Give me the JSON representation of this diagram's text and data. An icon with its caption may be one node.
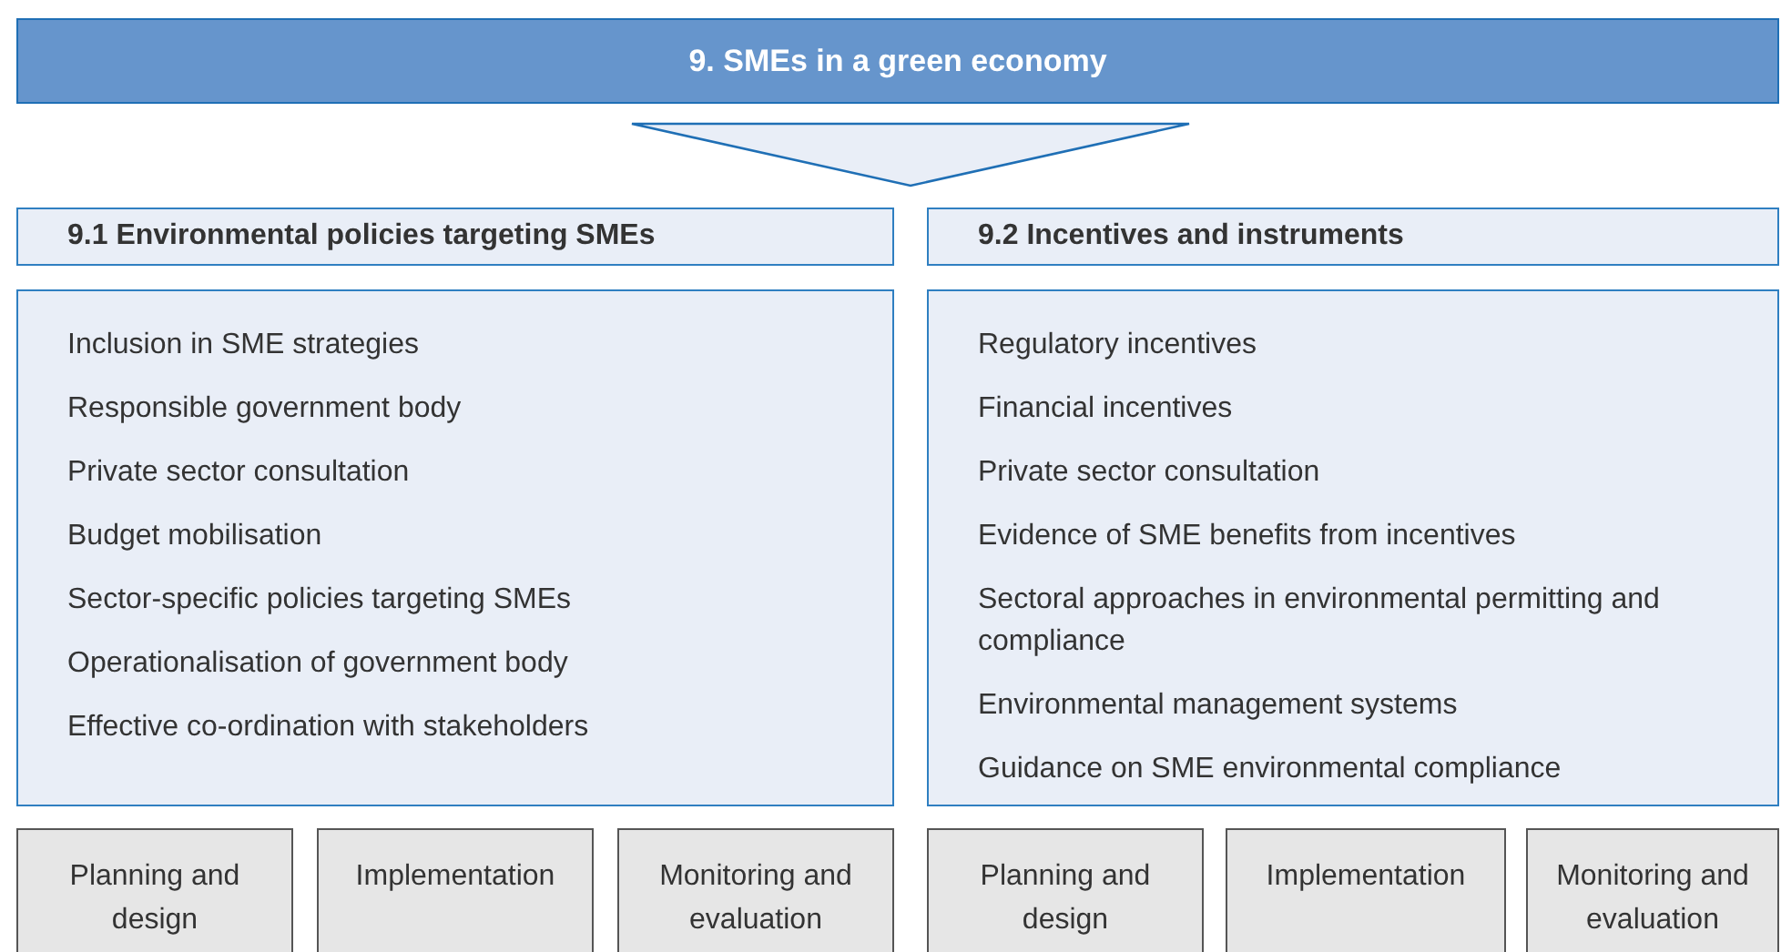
{
  "diagram": {
    "nodes": [
      {
        "text": [
          "9. SMEs in a green economy"
        ]
      },
      {
        "text": [],
        "shape": "triangle"
      },
      {
        "text": [
          "9.1  Environmental policies targeting SMEs"
        ]
      },
      {
        "text": [
          "9.2  Incentives and instruments"
        ]
      },
      {
        "text": [
          "Inclusion in SME strategies",
          "Responsible government body",
          "Private sector consultation",
          "Budget mobilisation",
          "Sector-specific policies targeting SMEs",
          "Operationalisation of government body",
          "Effective co-ordination with stakeholders"
        ]
      },
      {
        "text": [
          "Regulatory incentives",
          "Financial incentives",
          "Private sector consultation",
          "Evidence of SME benefits from incentives",
          "Sectoral approaches in environmental permitting and compliance",
          "Environmental management systems",
          "Guidance on SME environmental compliance"
        ]
      },
      {
        "text": [
          "Planning and design"
        ]
      },
      {
        "text": [
          "Implementation"
        ]
      },
      {
        "text": [
          "Monitoring and evaluation"
        ]
      },
      {
        "text": [
          "Planning and design"
        ]
      },
      {
        "text": [
          "Implementation"
        ]
      },
      {
        "text": [
          "Monitoring and evaluation"
        ]
      }
    ]
  }
}
